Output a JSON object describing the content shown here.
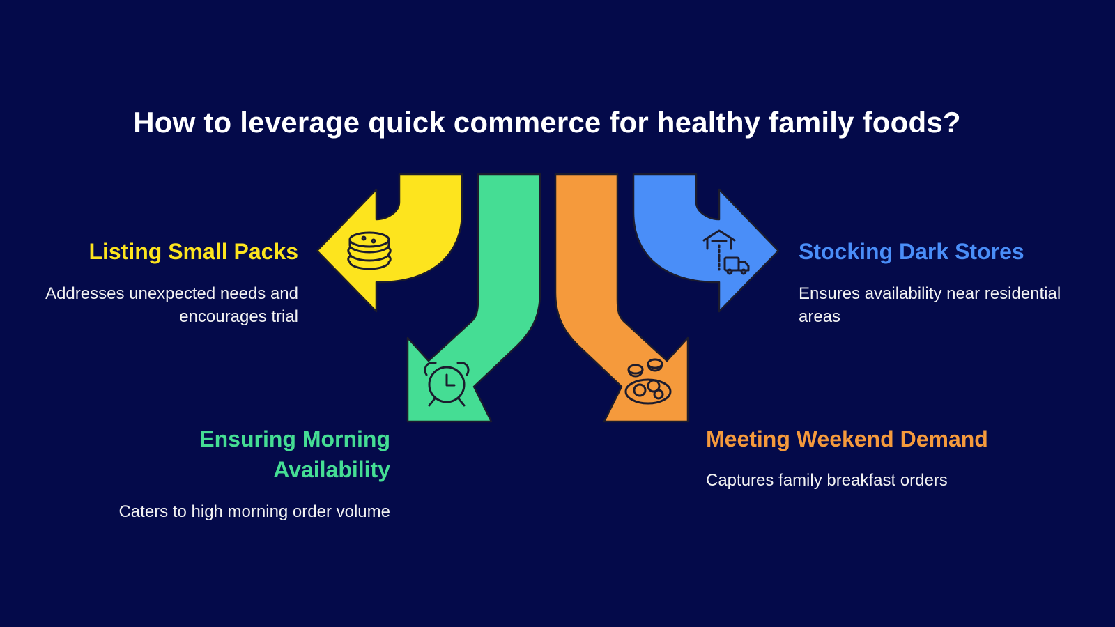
{
  "title": "How to leverage quick commerce for healthy family foods?",
  "colors": {
    "background": "#040a4a",
    "yellow": "#fde41e",
    "green": "#45dd94",
    "orange": "#f59a3c",
    "blue": "#4a8ef8"
  },
  "items": [
    {
      "heading": "Listing Small Packs",
      "description": "Addresses unexpected needs and encourages trial",
      "color": "#fde41e",
      "icon": "stacked-cookies-icon"
    },
    {
      "heading": "Ensuring Morning Availability",
      "description": "Caters to high morning order volume",
      "color": "#45dd94",
      "icon": "alarm-clock-icon"
    },
    {
      "heading": "Meeting Weekend Demand",
      "description": "Captures family breakfast orders",
      "color": "#f59a3c",
      "icon": "breakfast-plate-icon"
    },
    {
      "heading": "Stocking Dark Stores",
      "description": "Ensures availability near residential areas",
      "color": "#4a8ef8",
      "icon": "warehouse-delivery-icon"
    }
  ]
}
